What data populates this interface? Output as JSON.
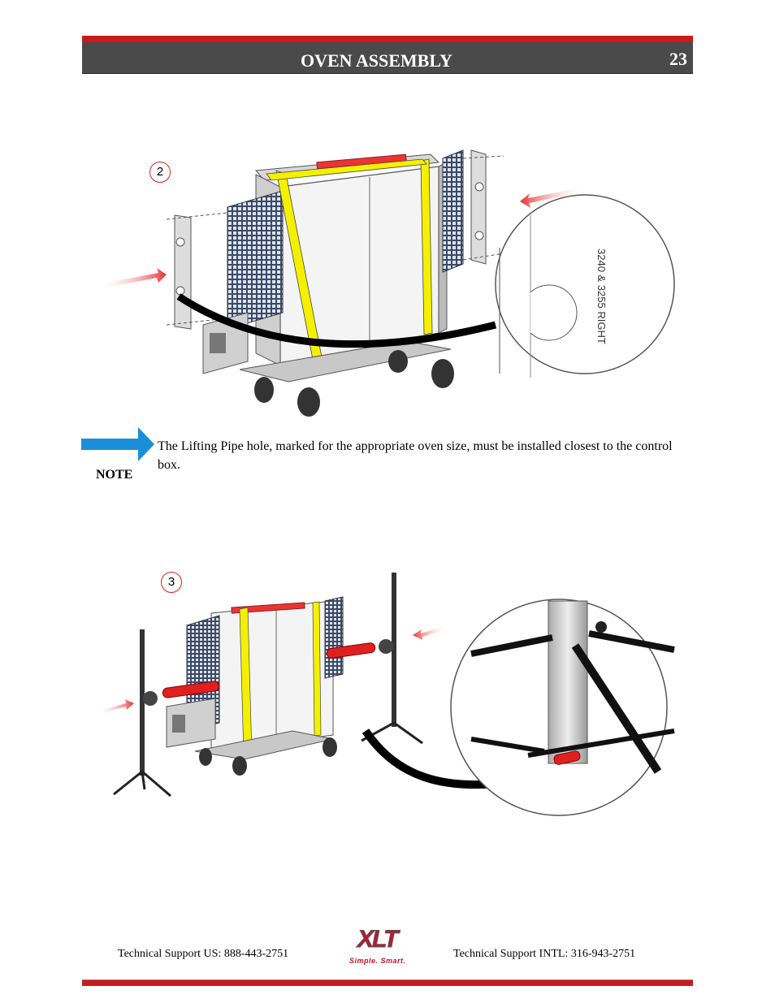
{
  "header": {
    "title": "OVEN ASSEMBLY",
    "page_number": "23"
  },
  "step_badges": [
    "2",
    "3"
  ],
  "detail_label": "3240 & 3255 RIGHT",
  "note": {
    "label": "NOTE",
    "text": "The Lifting Pipe hole, marked for the appropriate oven size, must be installed closest to the control box."
  },
  "footer": {
    "support_us": "Technical Support  US:  888-443-2751",
    "support_intl": "Technical Support  INTL:  316-943-2751",
    "logo_text": "XLT",
    "logo_tagline": "Simple. Smart."
  },
  "colors": {
    "header_red": "#cc1a1a",
    "header_gray": "#4a4a4a",
    "arrow_blue": "#1a8fd8",
    "strap_yellow": "#f5f000",
    "pipe_red": "#e02020"
  }
}
